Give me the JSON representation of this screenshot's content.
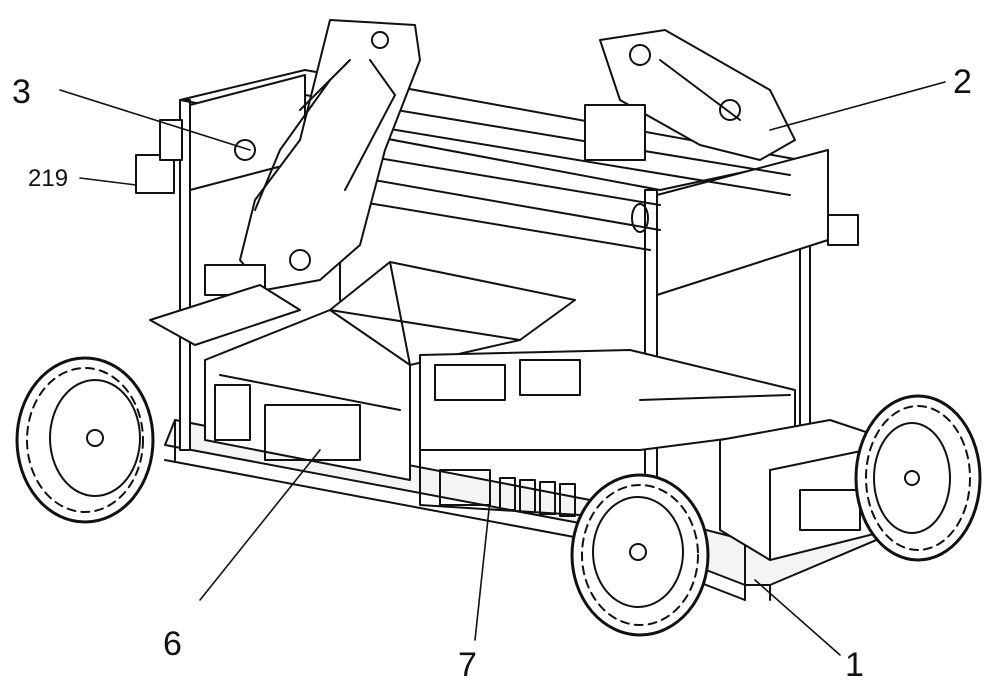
{
  "figure": {
    "labels": {
      "l1": "1",
      "l2": "2",
      "l3": "3",
      "l6": "6",
      "l7": "7",
      "l219": "219"
    },
    "colors": {
      "line": "#111111",
      "background": "#ffffff",
      "fill": "#f4f4f4"
    }
  }
}
